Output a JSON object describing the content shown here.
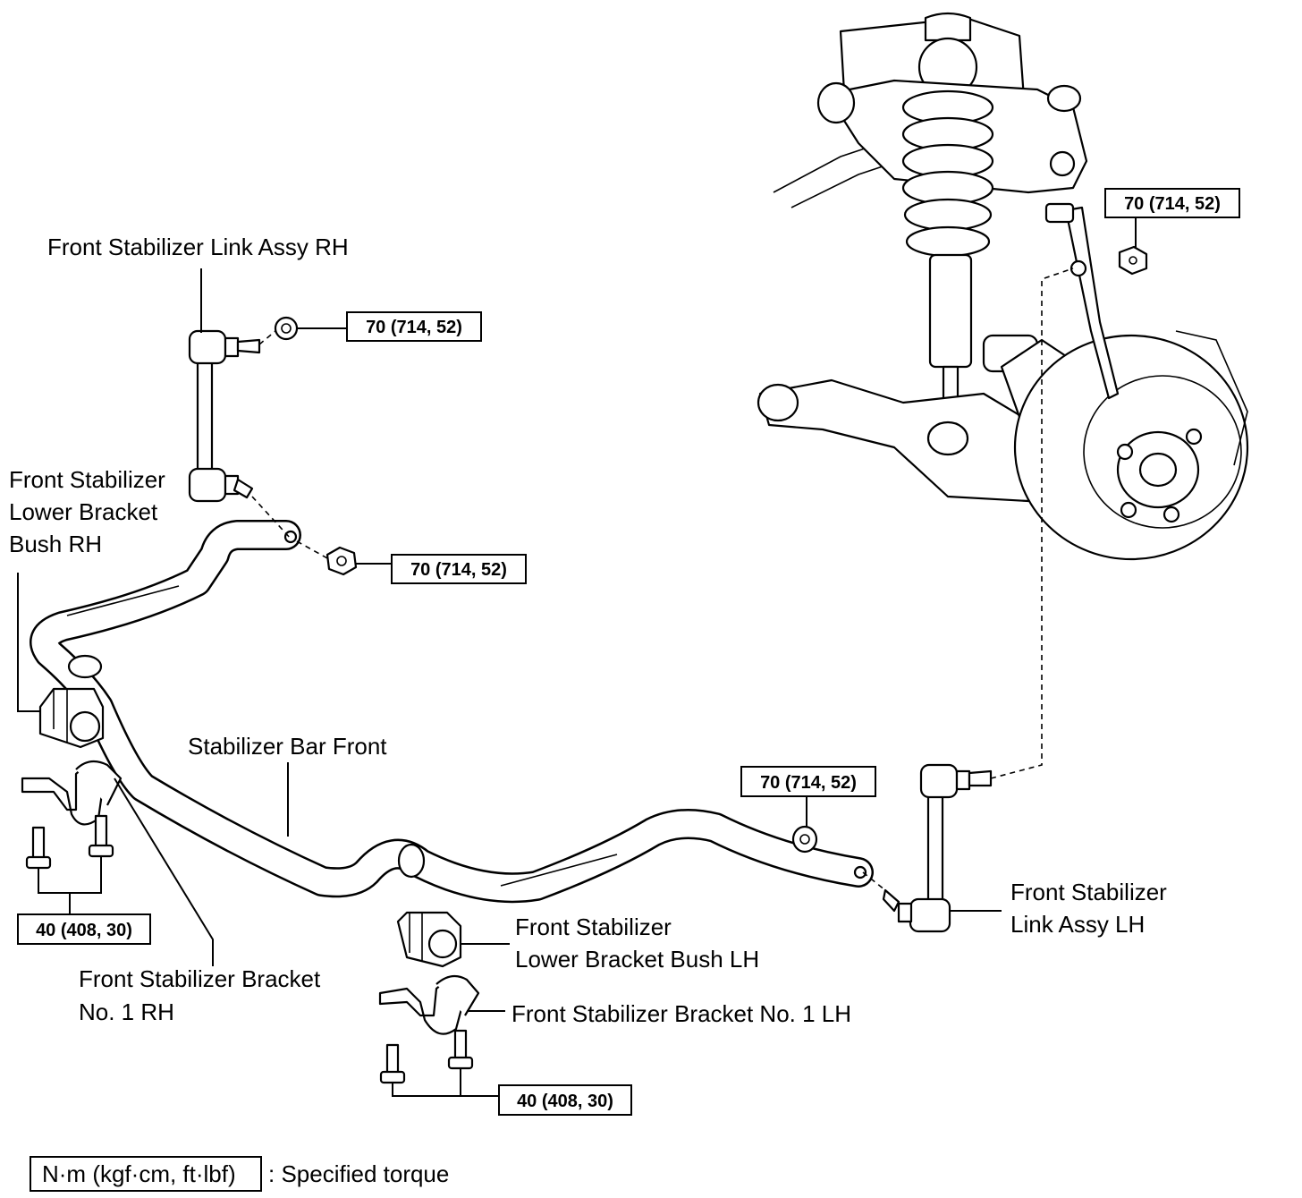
{
  "labels": {
    "link_rh": "Front Stabilizer Link Assy RH",
    "bush_rh_line1": "Front Stabilizer",
    "bush_rh_line2": "Lower Bracket",
    "bush_rh_line3": "Bush RH",
    "bar": "Stabilizer Bar Front",
    "bracket_rh_line1": "Front Stabilizer Bracket",
    "bracket_rh_line2": "No. 1 RH",
    "bush_lh_line1": "Front Stabilizer",
    "bush_lh_line2": "Lower Bracket Bush LH",
    "bracket_lh": "Front Stabilizer Bracket No. 1 LH",
    "link_lh_line1": "Front Stabilizer",
    "link_lh_line2": "Link Assy LH"
  },
  "torques": {
    "upper_right": "70 (714, 52)",
    "link_rh_upper": "70 (714, 52)",
    "link_rh_lower": "70 (714, 52)",
    "bar_lh_end": "70 (714, 52)",
    "bracket_rh": "40 (408, 30)",
    "bracket_lh": "40 (408, 30)"
  },
  "legend": {
    "unit": "N·m (kgf·cm, ft·lbf)",
    "description": ": Specified torque"
  }
}
